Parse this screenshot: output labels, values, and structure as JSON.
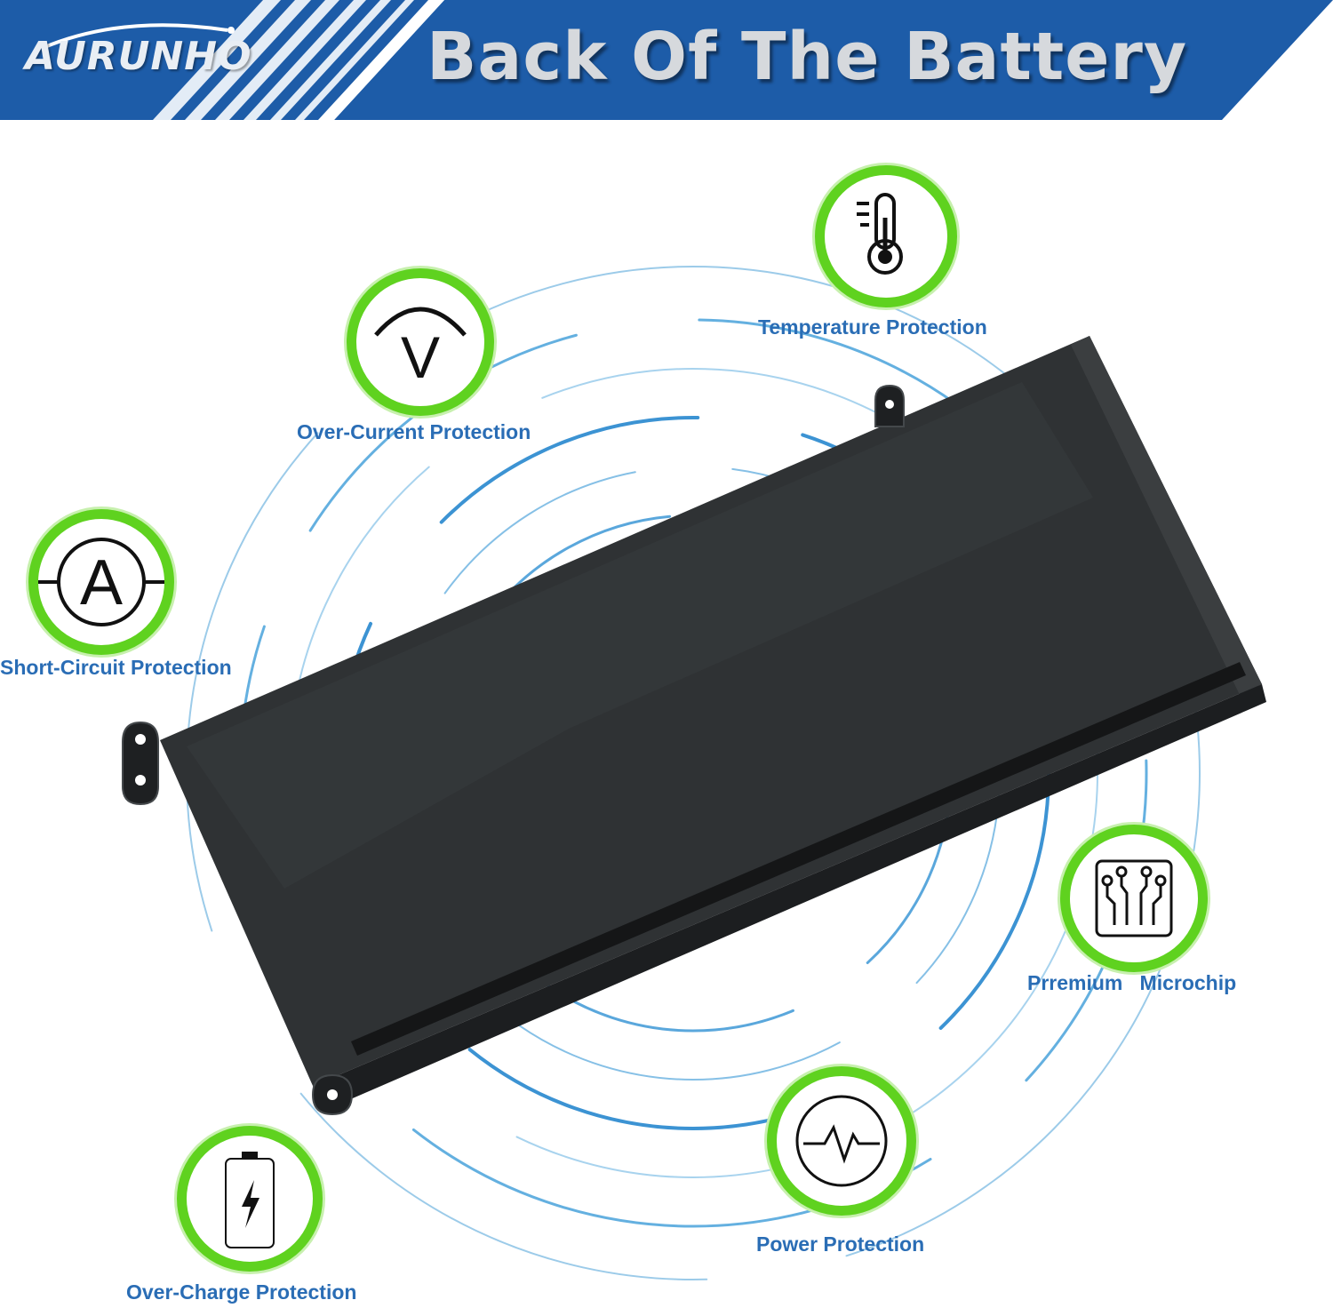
{
  "header": {
    "brand": "AURUNHO",
    "title": "Back Of The Battery",
    "background_color": "#1d5ca8",
    "title_color": "#d6d9dd"
  },
  "features": [
    {
      "id": "temperature",
      "label": "Temperature Protection",
      "icon": "thermometer-icon"
    },
    {
      "id": "over-current",
      "label": "Over-Current Protection",
      "icon": "voltmeter-icon"
    },
    {
      "id": "short-circuit",
      "label": "Short-Circuit Protection",
      "icon": "ammeter-icon"
    },
    {
      "id": "microchip",
      "label": "Prremium   Microchip",
      "icon": "microchip-icon"
    },
    {
      "id": "power",
      "label": "Power Protection",
      "icon": "waveform-icon"
    },
    {
      "id": "over-charge",
      "label": "Over-Charge Protection",
      "icon": "battery-charge-icon"
    }
  ],
  "colors": {
    "accent_green": "#5fd21f",
    "label_blue": "#2a6db5",
    "battery_body": "#2f3234"
  }
}
